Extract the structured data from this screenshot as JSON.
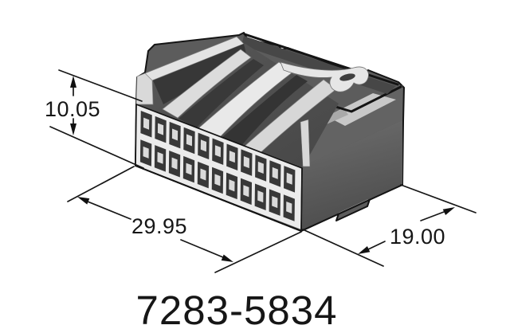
{
  "drawing": {
    "part_number": "7283-5834",
    "dimensions": {
      "height": "10.05",
      "width": "29.95",
      "depth": "19.00"
    },
    "connector": {
      "rows": 2,
      "columns": 11,
      "body_color": "#5c5c5c",
      "side_face_color_top": "#6b6b6b",
      "side_face_color_bottom": "#4e4e4e",
      "lattice_color": "#ebebeb",
      "cavity_color": "#383838",
      "tab_color": "#dadada",
      "rib_light_color": "#e2e2e2",
      "panel_dark_color": "#373737",
      "line_color": "#161616",
      "background_color": "#ffffff"
    }
  }
}
